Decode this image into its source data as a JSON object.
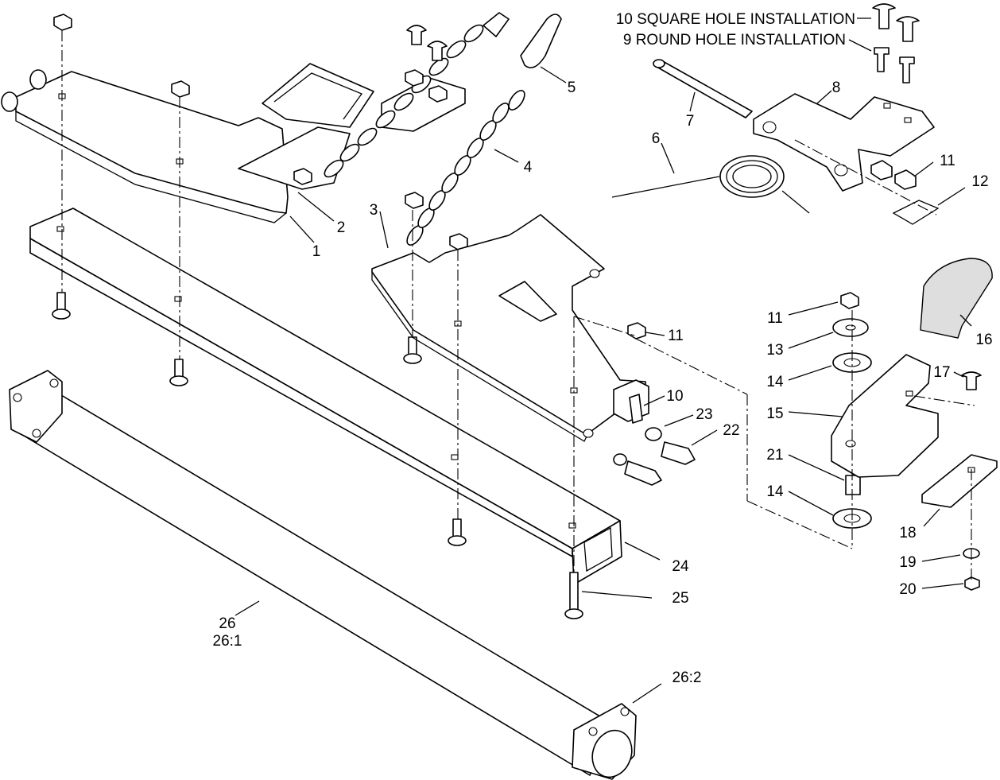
{
  "notes": [
    {
      "id": "note-square",
      "text": "10 SQUARE HOLE INSTALLATION"
    },
    {
      "id": "note-round",
      "text": "9 ROUND HOLE INSTALLATION"
    }
  ],
  "callouts": [
    {
      "id": "c1",
      "text": "1"
    },
    {
      "id": "c2",
      "text": "2"
    },
    {
      "id": "c3",
      "text": "3"
    },
    {
      "id": "c4",
      "text": "4"
    },
    {
      "id": "c5",
      "text": "5"
    },
    {
      "id": "c6",
      "text": "6"
    },
    {
      "id": "c7",
      "text": "7"
    },
    {
      "id": "c8",
      "text": "8"
    },
    {
      "id": "c10",
      "text": "10"
    },
    {
      "id": "c11a",
      "text": "11"
    },
    {
      "id": "c11b",
      "text": "11"
    },
    {
      "id": "c11c",
      "text": "11"
    },
    {
      "id": "c12",
      "text": "12"
    },
    {
      "id": "c13",
      "text": "13"
    },
    {
      "id": "c14a",
      "text": "14"
    },
    {
      "id": "c14b",
      "text": "14"
    },
    {
      "id": "c15",
      "text": "15"
    },
    {
      "id": "c16",
      "text": "16"
    },
    {
      "id": "c17",
      "text": "17"
    },
    {
      "id": "c18",
      "text": "18"
    },
    {
      "id": "c19",
      "text": "19"
    },
    {
      "id": "c20",
      "text": "20"
    },
    {
      "id": "c21",
      "text": "21"
    },
    {
      "id": "c22",
      "text": "22"
    },
    {
      "id": "c23",
      "text": "23"
    },
    {
      "id": "c24",
      "text": "24"
    },
    {
      "id": "c25",
      "text": "25"
    },
    {
      "id": "c26",
      "text": "26"
    },
    {
      "id": "c26-1",
      "text": "26:1"
    },
    {
      "id": "c26-2",
      "text": "26:2"
    }
  ]
}
